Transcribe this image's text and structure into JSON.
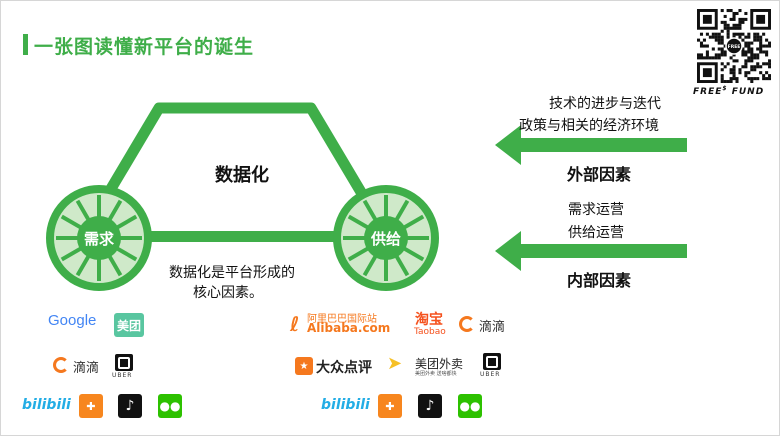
{
  "header": {
    "title": "一张图读懂新平台的诞生",
    "brand": "FREE",
    "brand_sup": "$",
    "brand_suffix": "FUND",
    "qr_badge": "FREE"
  },
  "diagram": {
    "center_label": "数据化",
    "left_wheel": "需求",
    "right_wheel": "供给",
    "caption_line1": "数据化是平台形成的",
    "caption_line2": "核心因素。"
  },
  "factors": {
    "external": {
      "lines": [
        "技术的进步与迭代",
        "政策与相关的经济环境"
      ],
      "label": "外部因素"
    },
    "internal": {
      "lines": [
        "需求运营",
        "供给运营"
      ],
      "label": "内部因素"
    }
  },
  "logos": {
    "google": "Google",
    "meituan": "美团",
    "didi": "滴滴",
    "uber": "UBER",
    "bilibili": "bilibili",
    "alibaba_cn": "阿里巴巴国际站",
    "alibaba_en": "Alibaba.com",
    "taobao_cn": "淘宝",
    "taobao_en": "Taobao",
    "dianping": "大众点评",
    "meituan_waimai": "美团外卖",
    "meituan_waimai_sub": "美团外卖 送啥都快"
  },
  "colors": {
    "green": "#3fae49",
    "light_green": "#cfe9c9",
    "orange": "#f5781e",
    "google_blue": "#4285f4",
    "bili_blue": "#23ade5"
  }
}
